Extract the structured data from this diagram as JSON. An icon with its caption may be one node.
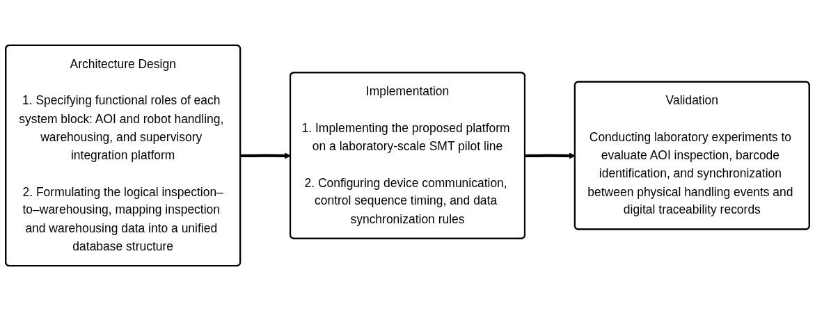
{
  "diagram": {
    "nodes": [
      {
        "text": [
          "Architecture Design",
          "1. Specifying functional roles of each system block: AOI and robot handling, warehousing, and supervisory integration platform",
          "2. Formulating the logical inspection–to–warehousing, mapping inspection and warehousing data into a unified database structure"
        ]
      },
      {
        "text": [
          "Implementation",
          "1. Implementing the proposed platform on a laboratory-scale SMT pilot line",
          "2. Configuring device communication, control sequence timing, and data synchronization rules"
        ]
      },
      {
        "text": [
          "Validation",
          "Conducting laboratory experiments to evaluate AOI inspection, barcode identification, and synchronization between physical handling events and digital traceability records"
        ]
      }
    ],
    "edges": [
      {
        "from": 0,
        "to": 1,
        "arrow": "to"
      },
      {
        "from": 1,
        "to": 2,
        "arrow": "to"
      }
    ]
  }
}
